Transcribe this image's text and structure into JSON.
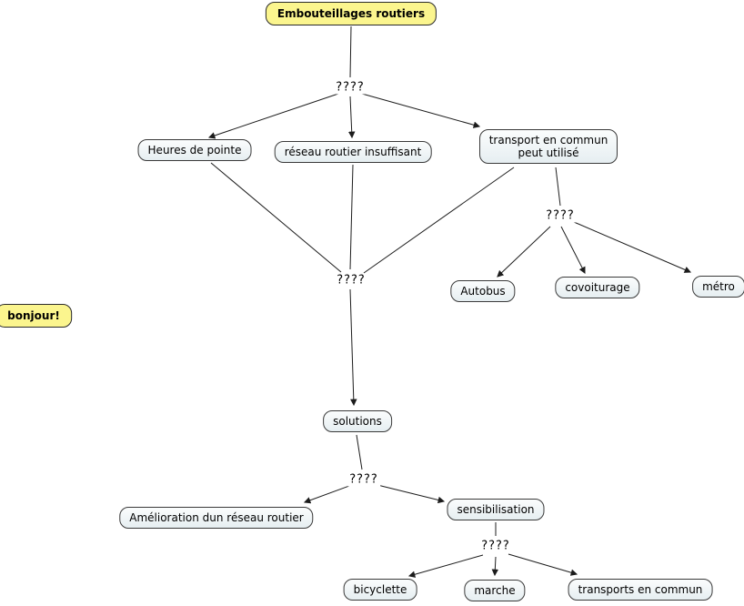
{
  "diagram": {
    "type": "concept-map",
    "nodes": {
      "root": {
        "label": "Embouteillages routiers"
      },
      "heures": {
        "label": "Heures de pointe"
      },
      "reseau": {
        "label": "réseau routier insuffisant"
      },
      "transport": {
        "label": "transport en commun peut utilisé"
      },
      "autobus": {
        "label": "Autobus"
      },
      "covoiturage": {
        "label": "covoiturage"
      },
      "metro": {
        "label": "métro"
      },
      "bonjour": {
        "label": "bonjour!"
      },
      "solutions": {
        "label": "solutions"
      },
      "amelioration": {
        "label": "Amélioration dun réseau routier"
      },
      "sensibilisation": {
        "label": "sensibilisation"
      },
      "bicyclette": {
        "label": "bicyclette"
      },
      "marche": {
        "label": "marche"
      },
      "transports": {
        "label": "transports en commun"
      }
    },
    "link_labels": {
      "l1": "????",
      "l2": "????",
      "l3": "????",
      "l4": "????",
      "l5": "????"
    },
    "colors": {
      "highlight_fill": "#fbf58e",
      "node_fill": "#e9f0f3",
      "border": "#3a3a3a",
      "line": "#1c1c1c",
      "background": "#ffffff"
    }
  }
}
